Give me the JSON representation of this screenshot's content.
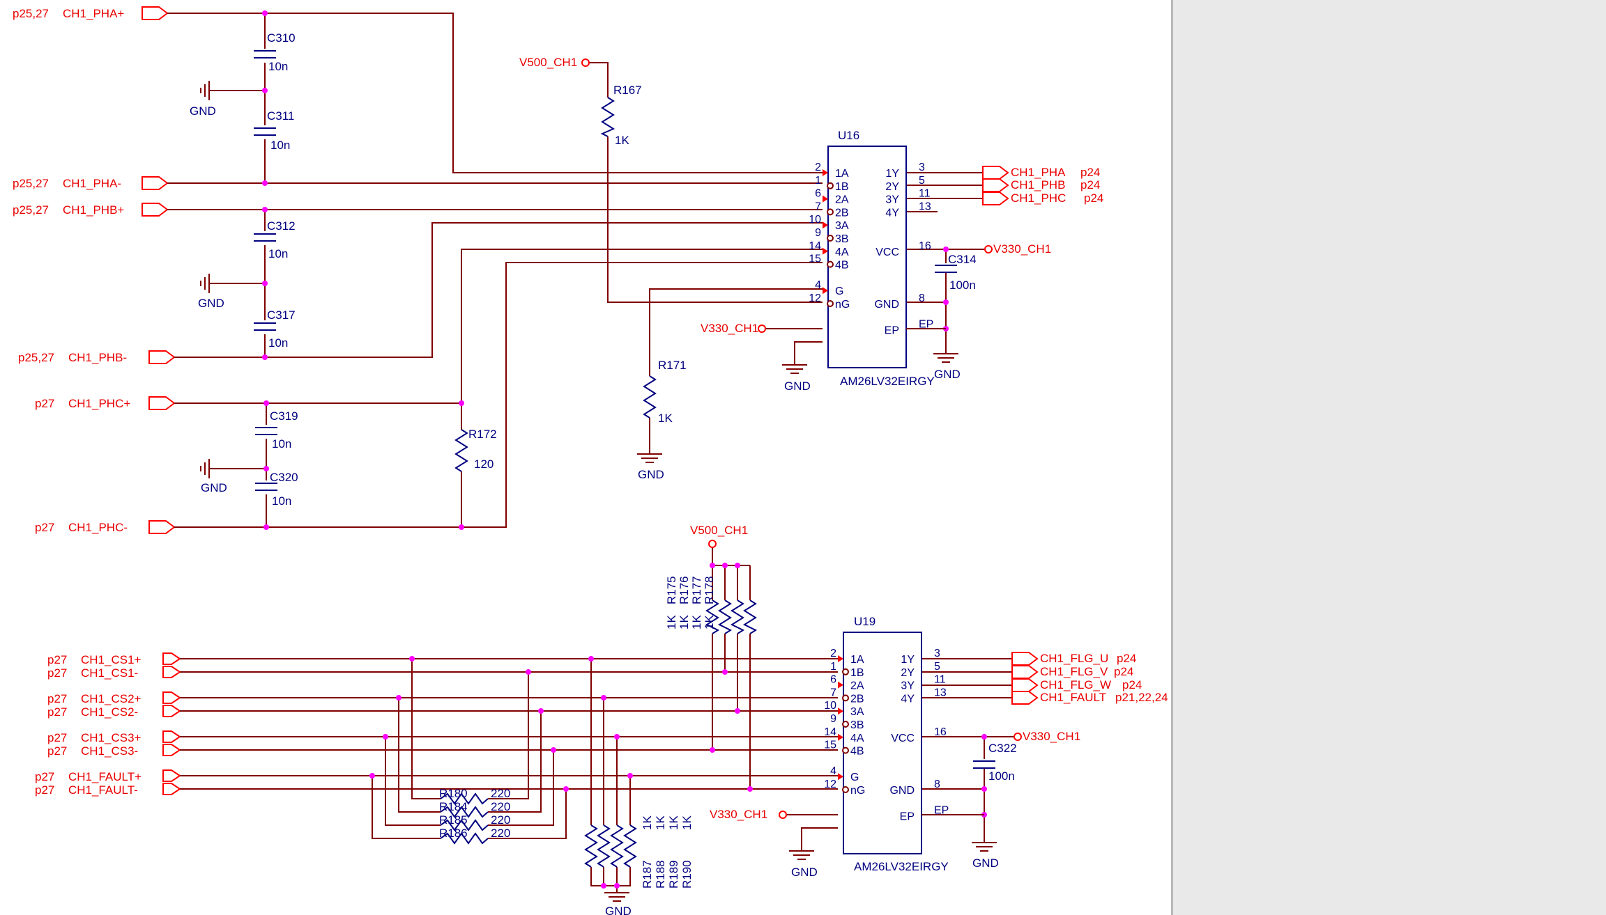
{
  "ports": {
    "pha_p": {
      "label": "CH1_PHA+",
      "page": "p25,27"
    },
    "pha_n": {
      "label": "CH1_PHA-",
      "page": "p25,27"
    },
    "phb_p": {
      "label": "CH1_PHB+",
      "page": "p25,27"
    },
    "phb_n": {
      "label": "CH1_PHB-",
      "page": "p25,27"
    },
    "phc_p": {
      "label": "CH1_PHC+",
      "page": "p27"
    },
    "phc_n": {
      "label": "CH1_PHC-",
      "page": "p27"
    },
    "cs1_p": {
      "label": "CH1_CS1+",
      "page": "p27"
    },
    "cs1_n": {
      "label": "CH1_CS1-",
      "page": "p27"
    },
    "cs2_p": {
      "label": "CH1_CS2+",
      "page": "p27"
    },
    "cs2_n": {
      "label": "CH1_CS2-",
      "page": "p27"
    },
    "cs3_p": {
      "label": "CH1_CS3+",
      "page": "p27"
    },
    "cs3_n": {
      "label": "CH1_CS3-",
      "page": "p27"
    },
    "fault_p": {
      "label": "CH1_FAULT+",
      "page": "p27"
    },
    "fault_n": {
      "label": "CH1_FAULT-",
      "page": "p27"
    }
  },
  "outputs": {
    "pha": {
      "label": "CH1_PHA",
      "page": "p24"
    },
    "phb": {
      "label": "CH1_PHB",
      "page": "p24"
    },
    "phc": {
      "label": "CH1_PHC",
      "page": "p24"
    },
    "flg_u": {
      "label": "CH1_FLG_U",
      "page": "p24"
    },
    "flg_v": {
      "label": "CH1_FLG_V",
      "page": "p24"
    },
    "flg_w": {
      "label": "CH1_FLG_W",
      "page": "p24"
    },
    "fault": {
      "label": "CH1_FAULT",
      "page": "p21,22,24"
    }
  },
  "power": {
    "v500": "V500_CH1",
    "v330": "V330_CH1",
    "gnd": "GND"
  },
  "capacitors": {
    "c310": {
      "ref": "C310",
      "value": "10n"
    },
    "c311": {
      "ref": "C311",
      "value": "10n"
    },
    "c312": {
      "ref": "C312",
      "value": "10n"
    },
    "c317": {
      "ref": "C317",
      "value": "10n"
    },
    "c319": {
      "ref": "C319",
      "value": "10n"
    },
    "c320": {
      "ref": "C320",
      "value": "10n"
    },
    "c314": {
      "ref": "C314",
      "value": "100n"
    },
    "c322": {
      "ref": "C322",
      "value": "100n"
    }
  },
  "resistors": {
    "r167": {
      "ref": "R167",
      "value": "1K"
    },
    "r171": {
      "ref": "R171",
      "value": "1K"
    },
    "r172": {
      "ref": "R172",
      "value": "120"
    },
    "r175": {
      "ref": "R175",
      "value": "1K"
    },
    "r176": {
      "ref": "R176",
      "value": "1K"
    },
    "r177": {
      "ref": "R177",
      "value": "1K"
    },
    "r178": {
      "ref": "R178",
      "value": "1K"
    },
    "r180": {
      "ref": "R180",
      "value": "220"
    },
    "r184": {
      "ref": "R184",
      "value": "220"
    },
    "r185": {
      "ref": "R185",
      "value": "220"
    },
    "r186": {
      "ref": "R186",
      "value": "220"
    },
    "r187": {
      "ref": "R187",
      "value": "1K"
    },
    "r188": {
      "ref": "R188",
      "value": "1K"
    },
    "r189": {
      "ref": "R189",
      "value": "1K"
    },
    "r190": {
      "ref": "R190",
      "value": "1K"
    }
  },
  "u16": {
    "ref": "U16",
    "part": "AM26LV32EIRGY",
    "pins_left": [
      {
        "num": "2",
        "name": "1A"
      },
      {
        "num": "1",
        "name": "1B"
      },
      {
        "num": "6",
        "name": "2A"
      },
      {
        "num": "7",
        "name": "2B"
      },
      {
        "num": "10",
        "name": "3A"
      },
      {
        "num": "9",
        "name": "3B"
      },
      {
        "num": "14",
        "name": "4A"
      },
      {
        "num": "15",
        "name": "4B"
      },
      {
        "num": "4",
        "name": "G"
      },
      {
        "num": "12",
        "name": "nG"
      }
    ],
    "pins_right": [
      {
        "num": "3",
        "name": "1Y"
      },
      {
        "num": "5",
        "name": "2Y"
      },
      {
        "num": "11",
        "name": "3Y"
      },
      {
        "num": "13",
        "name": "4Y"
      },
      {
        "num": "16",
        "name": "VCC"
      },
      {
        "num": "8",
        "name": "GND"
      },
      {
        "num": "EP",
        "name": "EP"
      }
    ]
  },
  "u19": {
    "ref": "U19",
    "part": "AM26LV32EIRGY",
    "pins_left": [
      {
        "num": "2",
        "name": "1A"
      },
      {
        "num": "1",
        "name": "1B"
      },
      {
        "num": "6",
        "name": "2A"
      },
      {
        "num": "7",
        "name": "2B"
      },
      {
        "num": "10",
        "name": "3A"
      },
      {
        "num": "9",
        "name": "3B"
      },
      {
        "num": "14",
        "name": "4A"
      },
      {
        "num": "15",
        "name": "4B"
      },
      {
        "num": "4",
        "name": "G"
      },
      {
        "num": "12",
        "name": "nG"
      }
    ],
    "pins_right": [
      {
        "num": "3",
        "name": "1Y"
      },
      {
        "num": "5",
        "name": "2Y"
      },
      {
        "num": "11",
        "name": "3Y"
      },
      {
        "num": "13",
        "name": "4Y"
      },
      {
        "num": "16",
        "name": "VCC"
      },
      {
        "num": "8",
        "name": "GND"
      },
      {
        "num": "EP",
        "name": "EP"
      }
    ]
  },
  "colors": {
    "wire": "#800000",
    "component": "#000080",
    "label": "#e80000",
    "junction": "#ff00ff",
    "port": "#ff0000"
  }
}
